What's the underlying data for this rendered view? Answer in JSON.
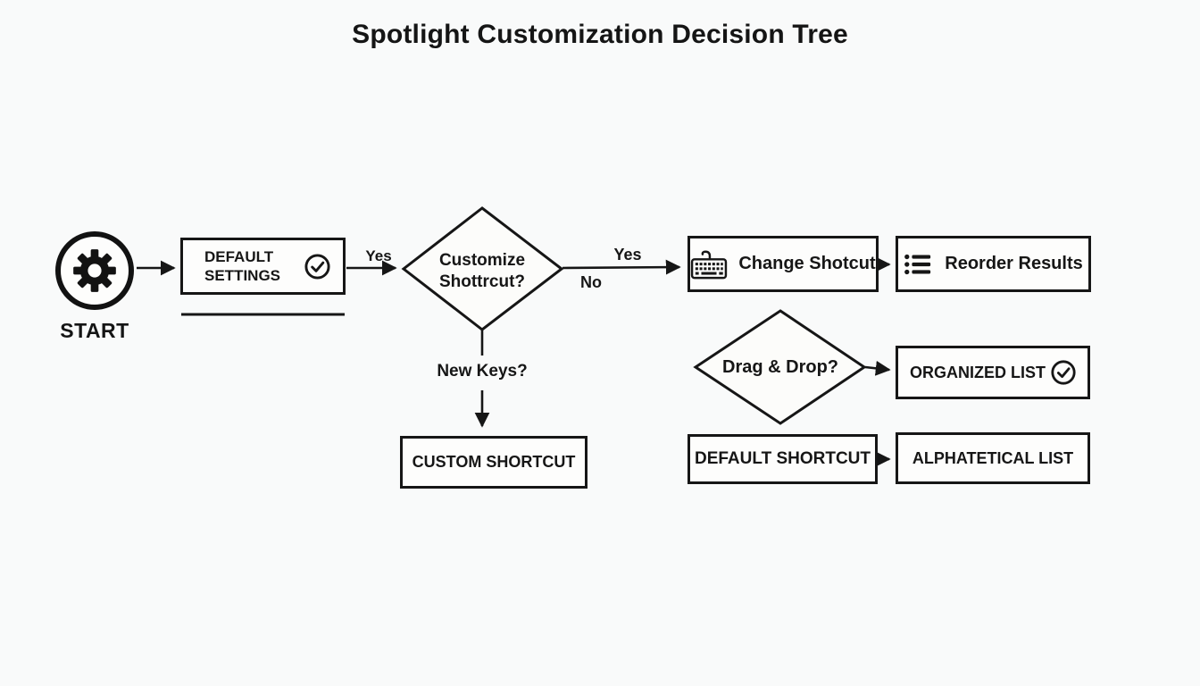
{
  "title": "Spotlight Customization Decision Tree",
  "colors": {
    "background": "#f9fafa",
    "ink": "#161616",
    "box_fill": "#fdfdfc"
  },
  "start": {
    "label": "START",
    "icon": "gear-icon"
  },
  "nodes": {
    "default_settings": {
      "label": "DEFAULT\nSETTINGS",
      "icon": "check-circle-icon"
    },
    "customize_shortcut": {
      "label": "Customize\nShottrcut?"
    },
    "change_shortcut": {
      "label": "Change Shotcut",
      "icon": "keyboard-icon"
    },
    "reorder_results": {
      "label": "Reorder Results",
      "icon": "bullet-list-icon"
    },
    "drag_drop": {
      "label": "Drag & Drop?"
    },
    "organized_list": {
      "label": "ORGANIZED LIST",
      "icon": "check-circle-icon"
    },
    "default_shortcut": {
      "label": "DEFAULT SHORTCUT"
    },
    "alphabetical_list": {
      "label": "ALPHATETICAL LIST"
    },
    "custom_shortcut": {
      "label": "CUSTOM SHORTCUT"
    }
  },
  "edges": {
    "yes_left": "Yes",
    "yes_right": "Yes",
    "no": "No",
    "new_keys": "New Keys?"
  }
}
